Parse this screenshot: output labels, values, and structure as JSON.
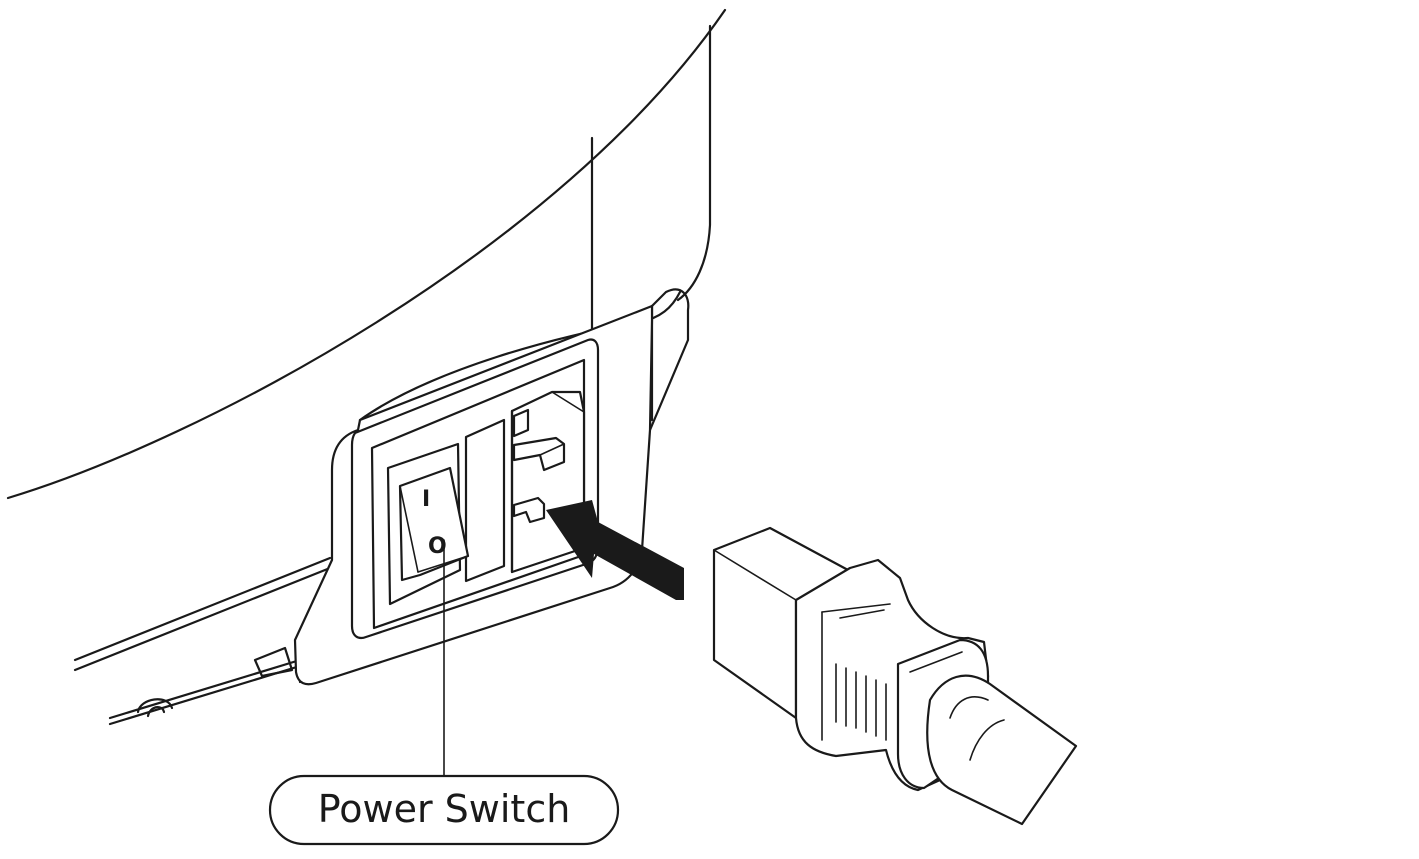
{
  "callout": {
    "label": "Power Switch"
  },
  "switch_marks": {
    "on": "I",
    "off": "O"
  },
  "icons": {
    "arrow": "insert-arrow-icon",
    "plug": "power-cord-plug-icon"
  }
}
